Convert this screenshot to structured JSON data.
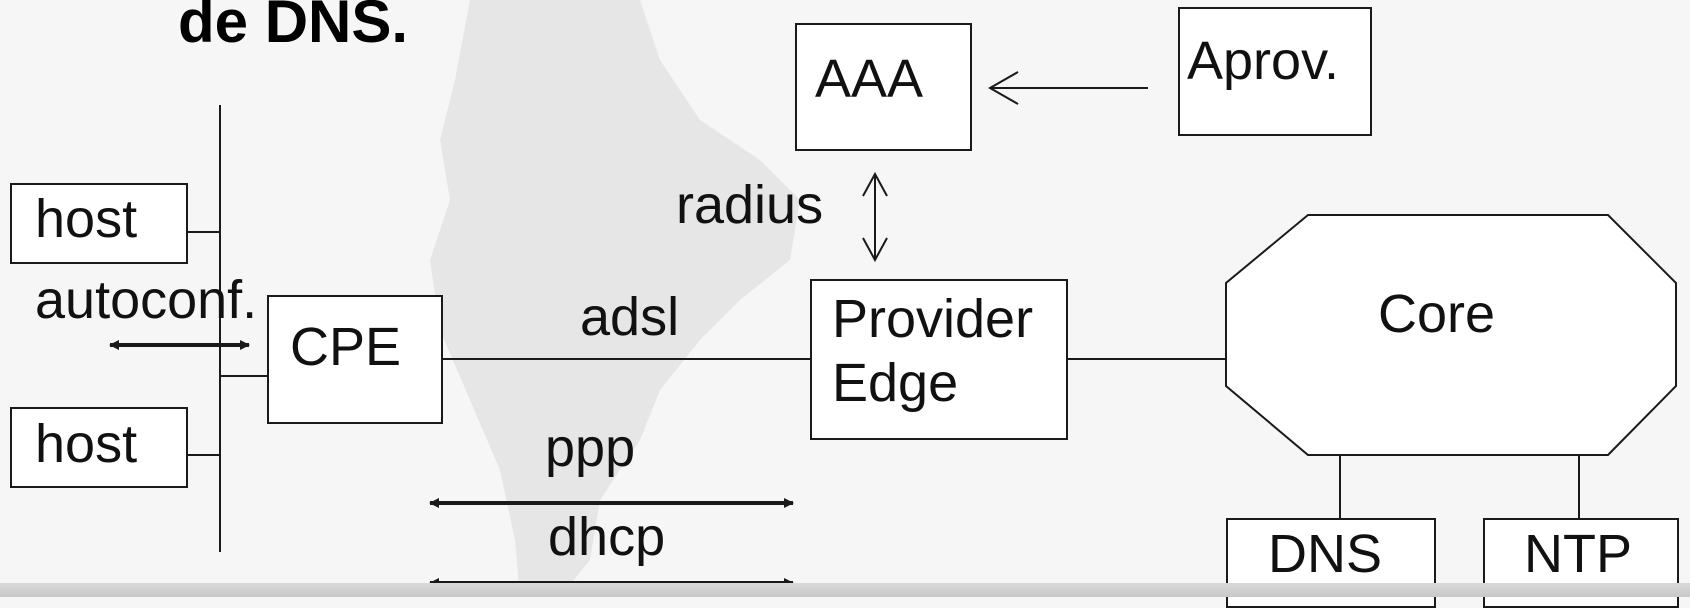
{
  "title_fragment": "de DNS.",
  "nodes": {
    "aaa": "AAA",
    "aprov": "Aprov.",
    "host_top": "host",
    "host_bottom": "host",
    "cpe": "CPE",
    "provider_edge_line1": "Provider",
    "provider_edge_line2": "Edge",
    "core": "Core",
    "dns": "DNS",
    "ntp": "NTP"
  },
  "labels": {
    "radius": "radius",
    "autoconf": "autoconf.",
    "adsl": "adsl",
    "ppp": "ppp",
    "dhcp": "dhcp"
  },
  "colors": {
    "stroke": "#1a1a1a",
    "background": "#f6f6f6",
    "continent_watermark": "#e4e4e4"
  }
}
